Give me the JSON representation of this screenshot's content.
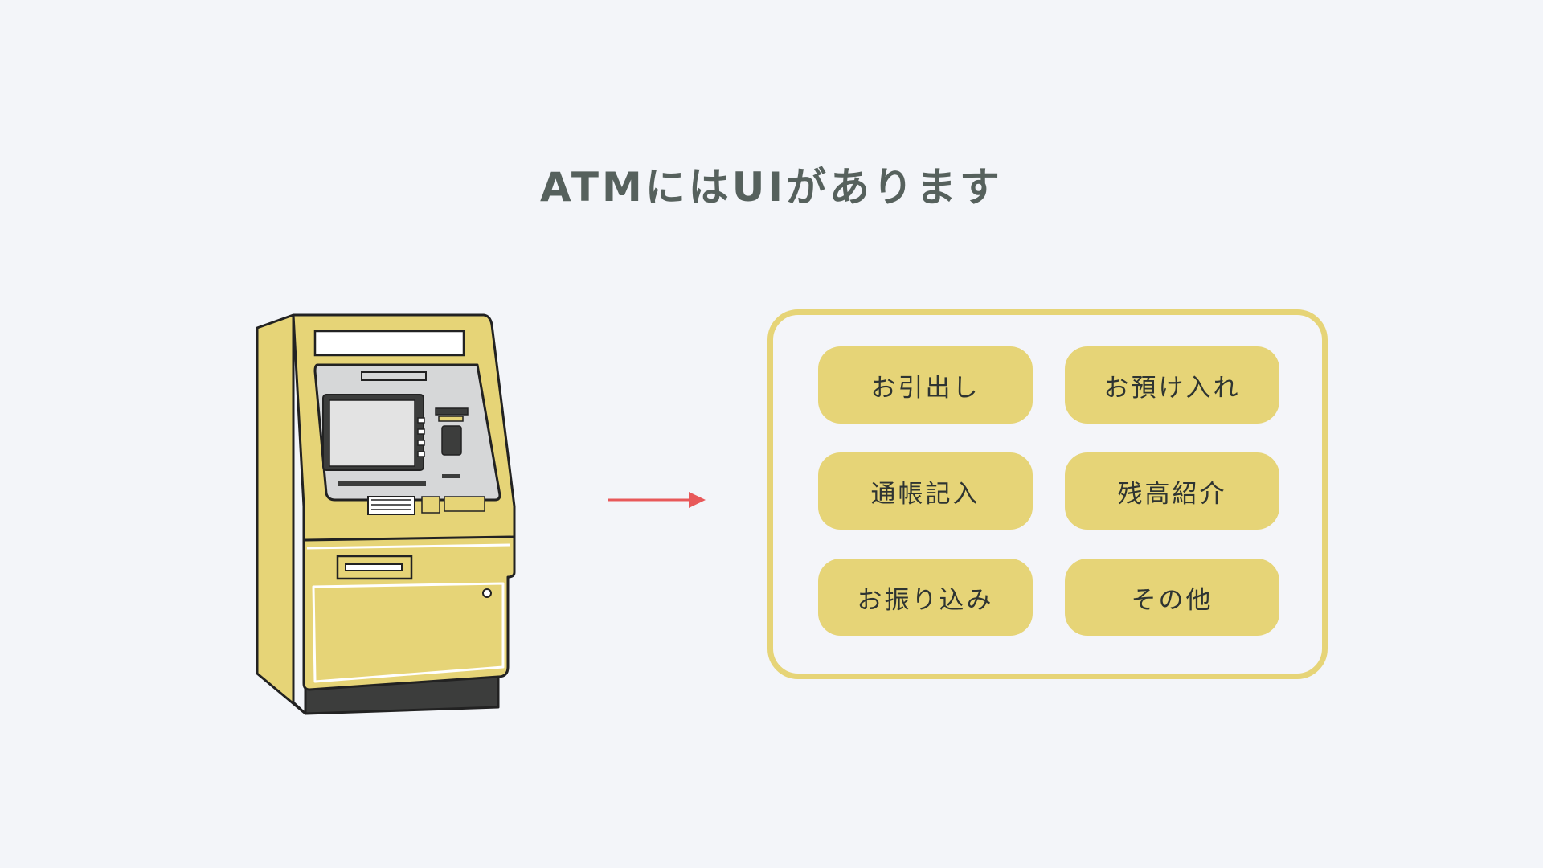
{
  "title": "ATMにはUIがあります",
  "menu": {
    "buttons": [
      {
        "label": "お引出し"
      },
      {
        "label": "お預け入れ"
      },
      {
        "label": "通帳記入"
      },
      {
        "label": "残高紹介"
      },
      {
        "label": "お振り込み"
      },
      {
        "label": "その他"
      }
    ]
  },
  "colors": {
    "background": "#f3f5f9",
    "accent_yellow": "#e6d477",
    "title_text": "#56615d",
    "arrow": "#e8595a",
    "outline": "#222222"
  },
  "icons": {
    "atm": "atm-machine-illustration",
    "arrow": "arrow-right-icon"
  }
}
